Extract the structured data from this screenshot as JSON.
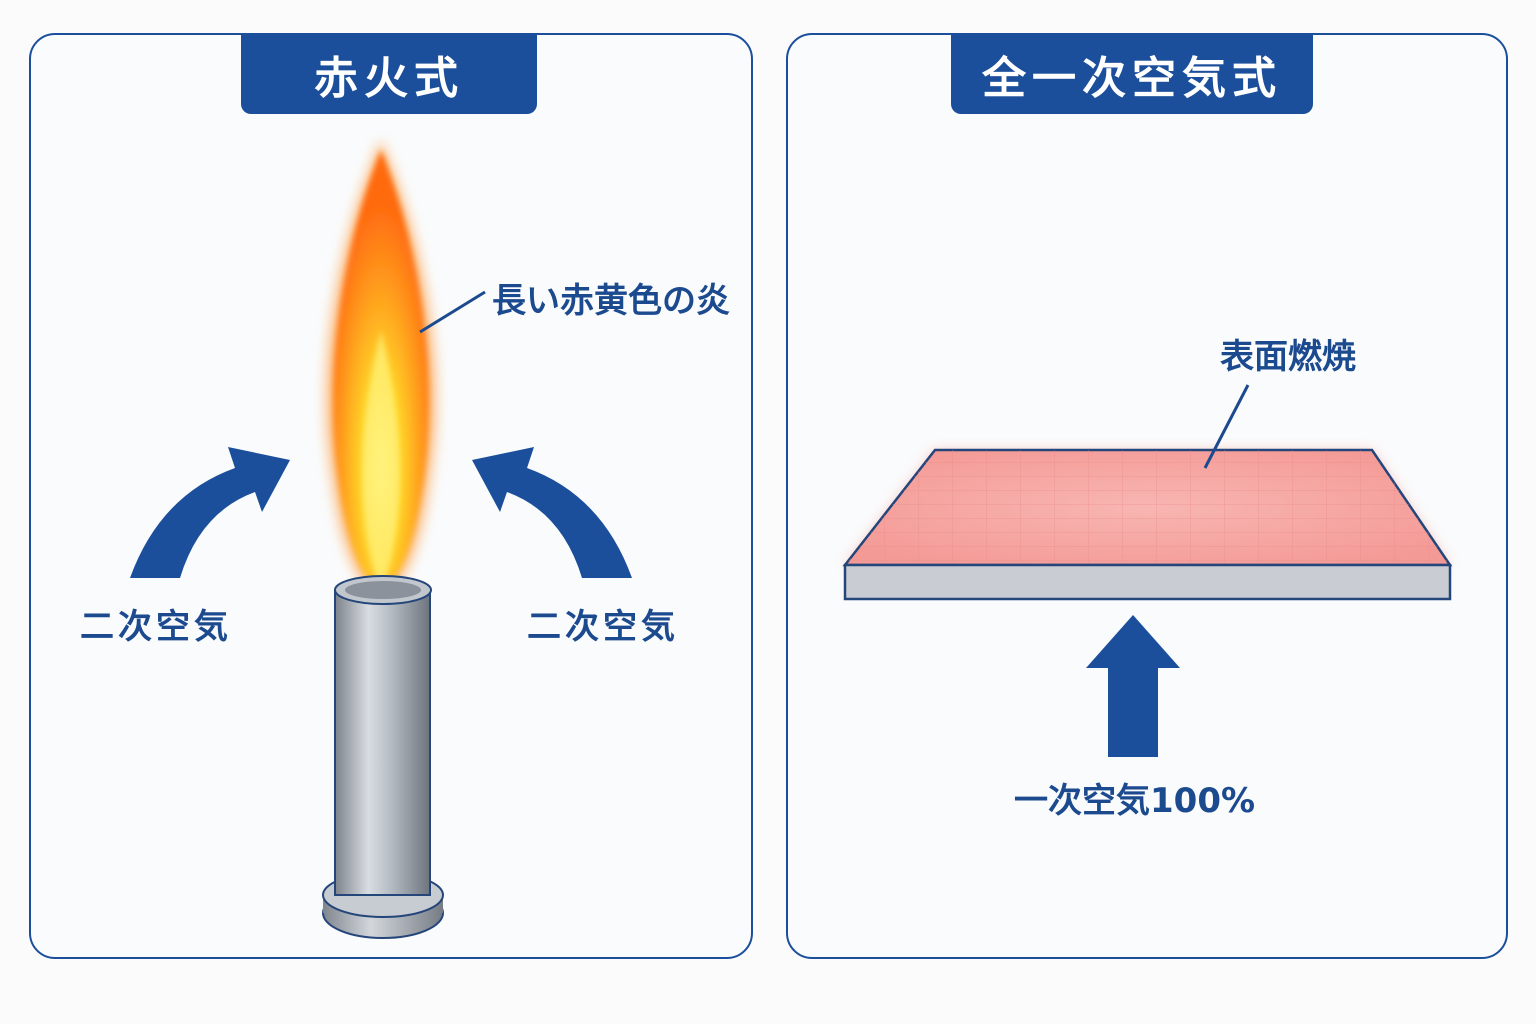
{
  "left_panel": {
    "title": "赤火式",
    "flame_label": "長い赤黄色の炎",
    "secondary_air_left": "二次空気",
    "secondary_air_right": "二次空気"
  },
  "right_panel": {
    "title": "全一次空気式",
    "surface_label": "表面燃焼",
    "primary_air_label": "一次空気100%"
  },
  "colors": {
    "accent_blue": "#1c4f9b",
    "flame_outer": "#ff7a1a",
    "flame_core": "#ffe84a",
    "burner_surface": "#f6b4b0",
    "metal": "#a8aeb8"
  }
}
